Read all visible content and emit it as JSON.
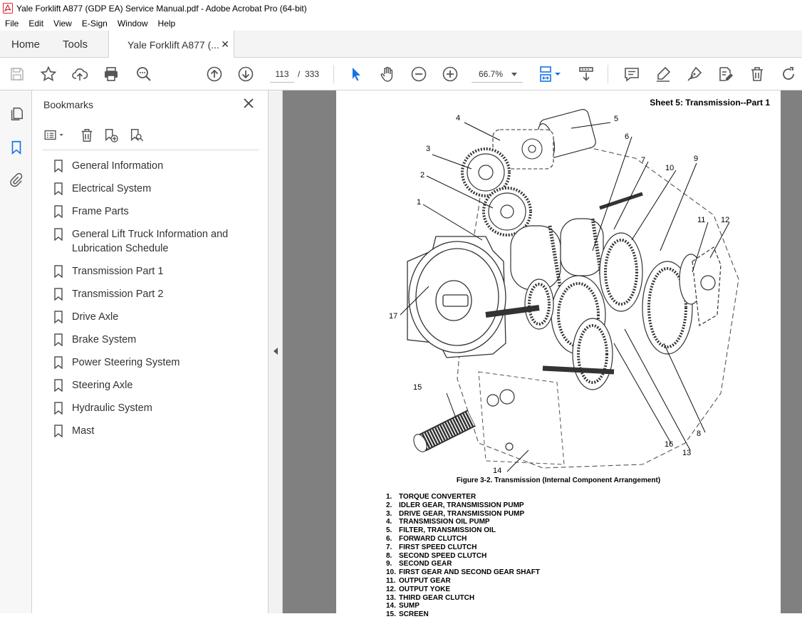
{
  "window": {
    "title": "Yale Forklift A877 (GDP EA) Service Manual.pdf - Adobe Acrobat Pro (64-bit)"
  },
  "menu": [
    "File",
    "Edit",
    "View",
    "E-Sign",
    "Window",
    "Help"
  ],
  "tabs": {
    "home": "Home",
    "tools": "Tools",
    "document": "Yale Forklift A877 (..."
  },
  "toolbar": {
    "page_current": "113",
    "page_separator": "/",
    "page_total": "333",
    "zoom": "66.7%"
  },
  "bookmarks": {
    "title": "Bookmarks",
    "items": [
      {
        "label": "General Information"
      },
      {
        "label": "Electrical System"
      },
      {
        "label": "Frame Parts"
      },
      {
        "label": "General Lift Truck Information and Lubrication Schedule"
      },
      {
        "label": "Transmission Part 1"
      },
      {
        "label": "Transmission Part 2"
      },
      {
        "label": "Drive Axle"
      },
      {
        "label": "Brake System"
      },
      {
        "label": "Power Steering System"
      },
      {
        "label": "Steering Axle"
      },
      {
        "label": "Hydraulic System"
      },
      {
        "label": "Mast"
      }
    ]
  },
  "document": {
    "sheet_title": "Sheet 5: Transmission--Part 1",
    "figure_caption": "Figure 3-2. Transmission (Internal Component Arrangement)",
    "callouts": [
      "1",
      "2",
      "3",
      "4",
      "5",
      "6",
      "7",
      "8",
      "9",
      "10",
      "11",
      "12",
      "13",
      "14",
      "15",
      "16",
      "17"
    ],
    "legend": [
      {
        "num": "1.",
        "text": "TORQUE CONVERTER"
      },
      {
        "num": "2.",
        "text": "IDLER GEAR, TRANSMISSION PUMP"
      },
      {
        "num": "3.",
        "text": "DRIVE GEAR, TRANSMISSION PUMP"
      },
      {
        "num": "4.",
        "text": "TRANSMISSION OIL PUMP"
      },
      {
        "num": "5.",
        "text": "FILTER, TRANSMISSION OIL"
      },
      {
        "num": "6.",
        "text": "FORWARD CLUTCH"
      },
      {
        "num": "7.",
        "text": "FIRST SPEED CLUTCH"
      },
      {
        "num": "8.",
        "text": "SECOND SPEED CLUTCH"
      },
      {
        "num": "9.",
        "text": "SECOND GEAR"
      },
      {
        "num": "10.",
        "text": "FIRST GEAR AND SECOND GEAR SHAFT"
      },
      {
        "num": "11.",
        "text": "OUTPUT GEAR"
      },
      {
        "num": "12.",
        "text": "OUTPUT YOKE"
      },
      {
        "num": "13.",
        "text": "THIRD GEAR CLUTCH"
      },
      {
        "num": "14.",
        "text": "SUMP"
      },
      {
        "num": "15.",
        "text": "SCREEN"
      }
    ]
  },
  "colors": {
    "accent": "#1473e6",
    "icon": "#555555",
    "doc_bg": "#808080",
    "red_logo": "#d7282f"
  }
}
